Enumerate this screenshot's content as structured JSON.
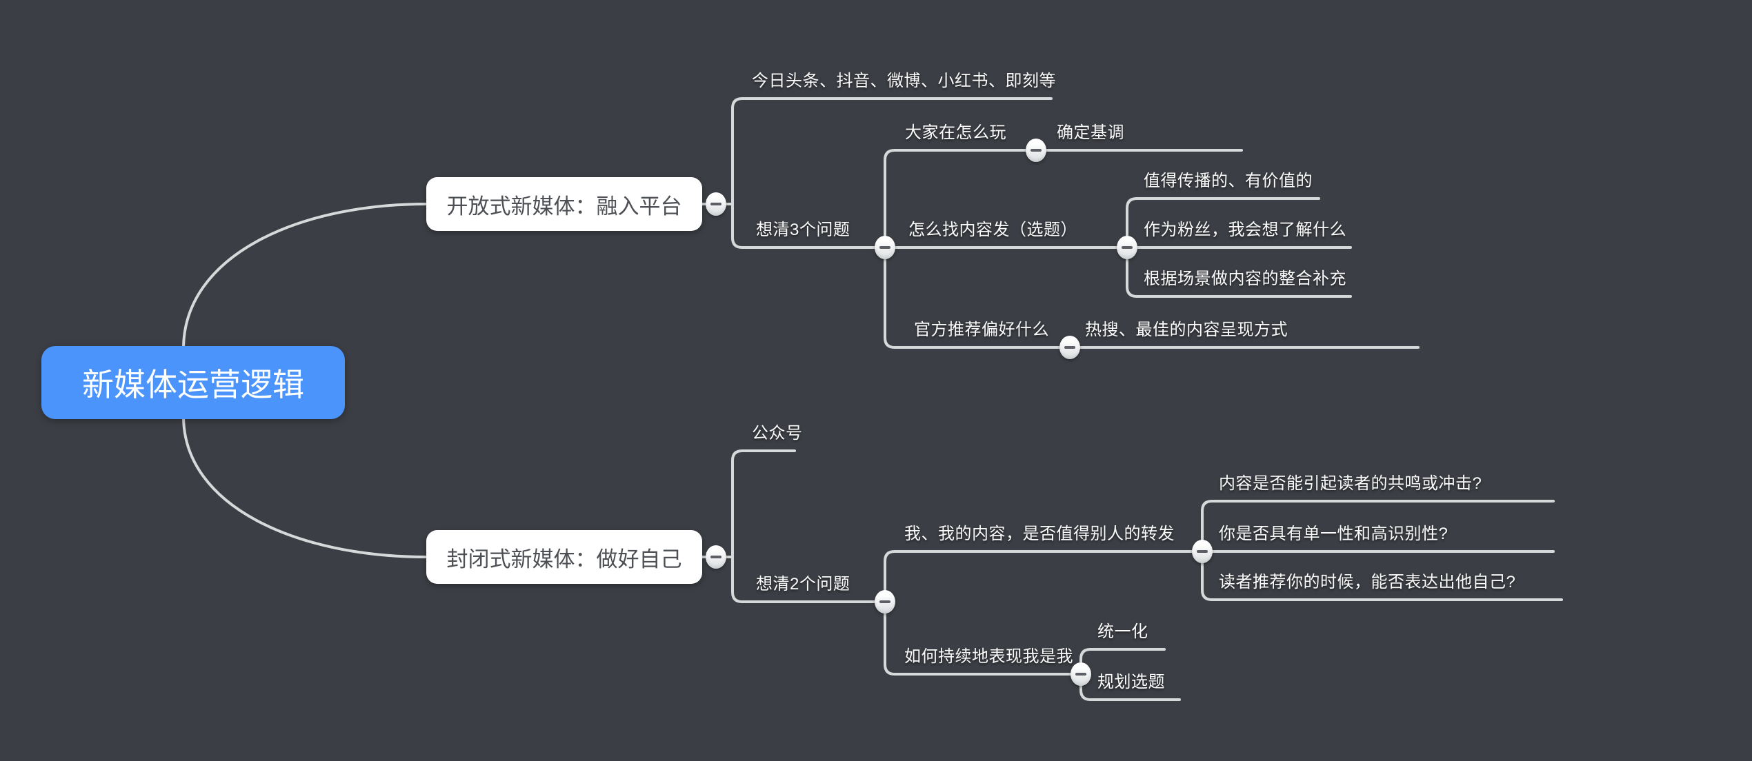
{
  "colors": {
    "background": "#3b3e44",
    "connector_line": "#d7d8da",
    "root_fill": "#4a94fb",
    "root_text": "#ffffff",
    "branch_box_fill": "#ffffff",
    "branch_box_text": "#4c4f54",
    "topic_text": "#fbfbfb",
    "collapse_button_fill": "#f2f3f5",
    "collapse_button_dash": "#5c6066"
  },
  "icons": {
    "collapse": "minus-circle"
  },
  "tree": {
    "root": "新媒体运营逻辑",
    "branches": [
      {
        "label": "开放式新媒体：融入平台",
        "children": [
          {
            "label": "今日头条、抖音、微博、小红书、即刻等"
          },
          {
            "label": "想清3个问题",
            "children": [
              {
                "label": "大家在怎么玩",
                "children": [
                  {
                    "label": "确定基调"
                  }
                ]
              },
              {
                "label": "怎么找内容发（选题）",
                "children": [
                  {
                    "label": "值得传播的、有价值的"
                  },
                  {
                    "label": "作为粉丝，我会想了解什么"
                  },
                  {
                    "label": "根据场景做内容的整合补充"
                  }
                ]
              },
              {
                "label": "官方推荐偏好什么",
                "children": [
                  {
                    "label": "热搜、最佳的内容呈现方式"
                  }
                ]
              }
            ]
          }
        ]
      },
      {
        "label": "封闭式新媒体：做好自己",
        "children": [
          {
            "label": "公众号"
          },
          {
            "label": "想清2个问题",
            "children": [
              {
                "label": "我、我的内容，是否值得别人的转发",
                "children": [
                  {
                    "label": "内容是否能引起读者的共鸣或冲击?"
                  },
                  {
                    "label": "你是否具有单一性和高识别性?"
                  },
                  {
                    "label": "读者推荐你的时候，能否表达出他自己?"
                  }
                ]
              },
              {
                "label": "如何持续地表现我是我",
                "children": [
                  {
                    "label": "统一化"
                  },
                  {
                    "label": "规划选题"
                  }
                ]
              }
            ]
          }
        ]
      }
    ]
  }
}
